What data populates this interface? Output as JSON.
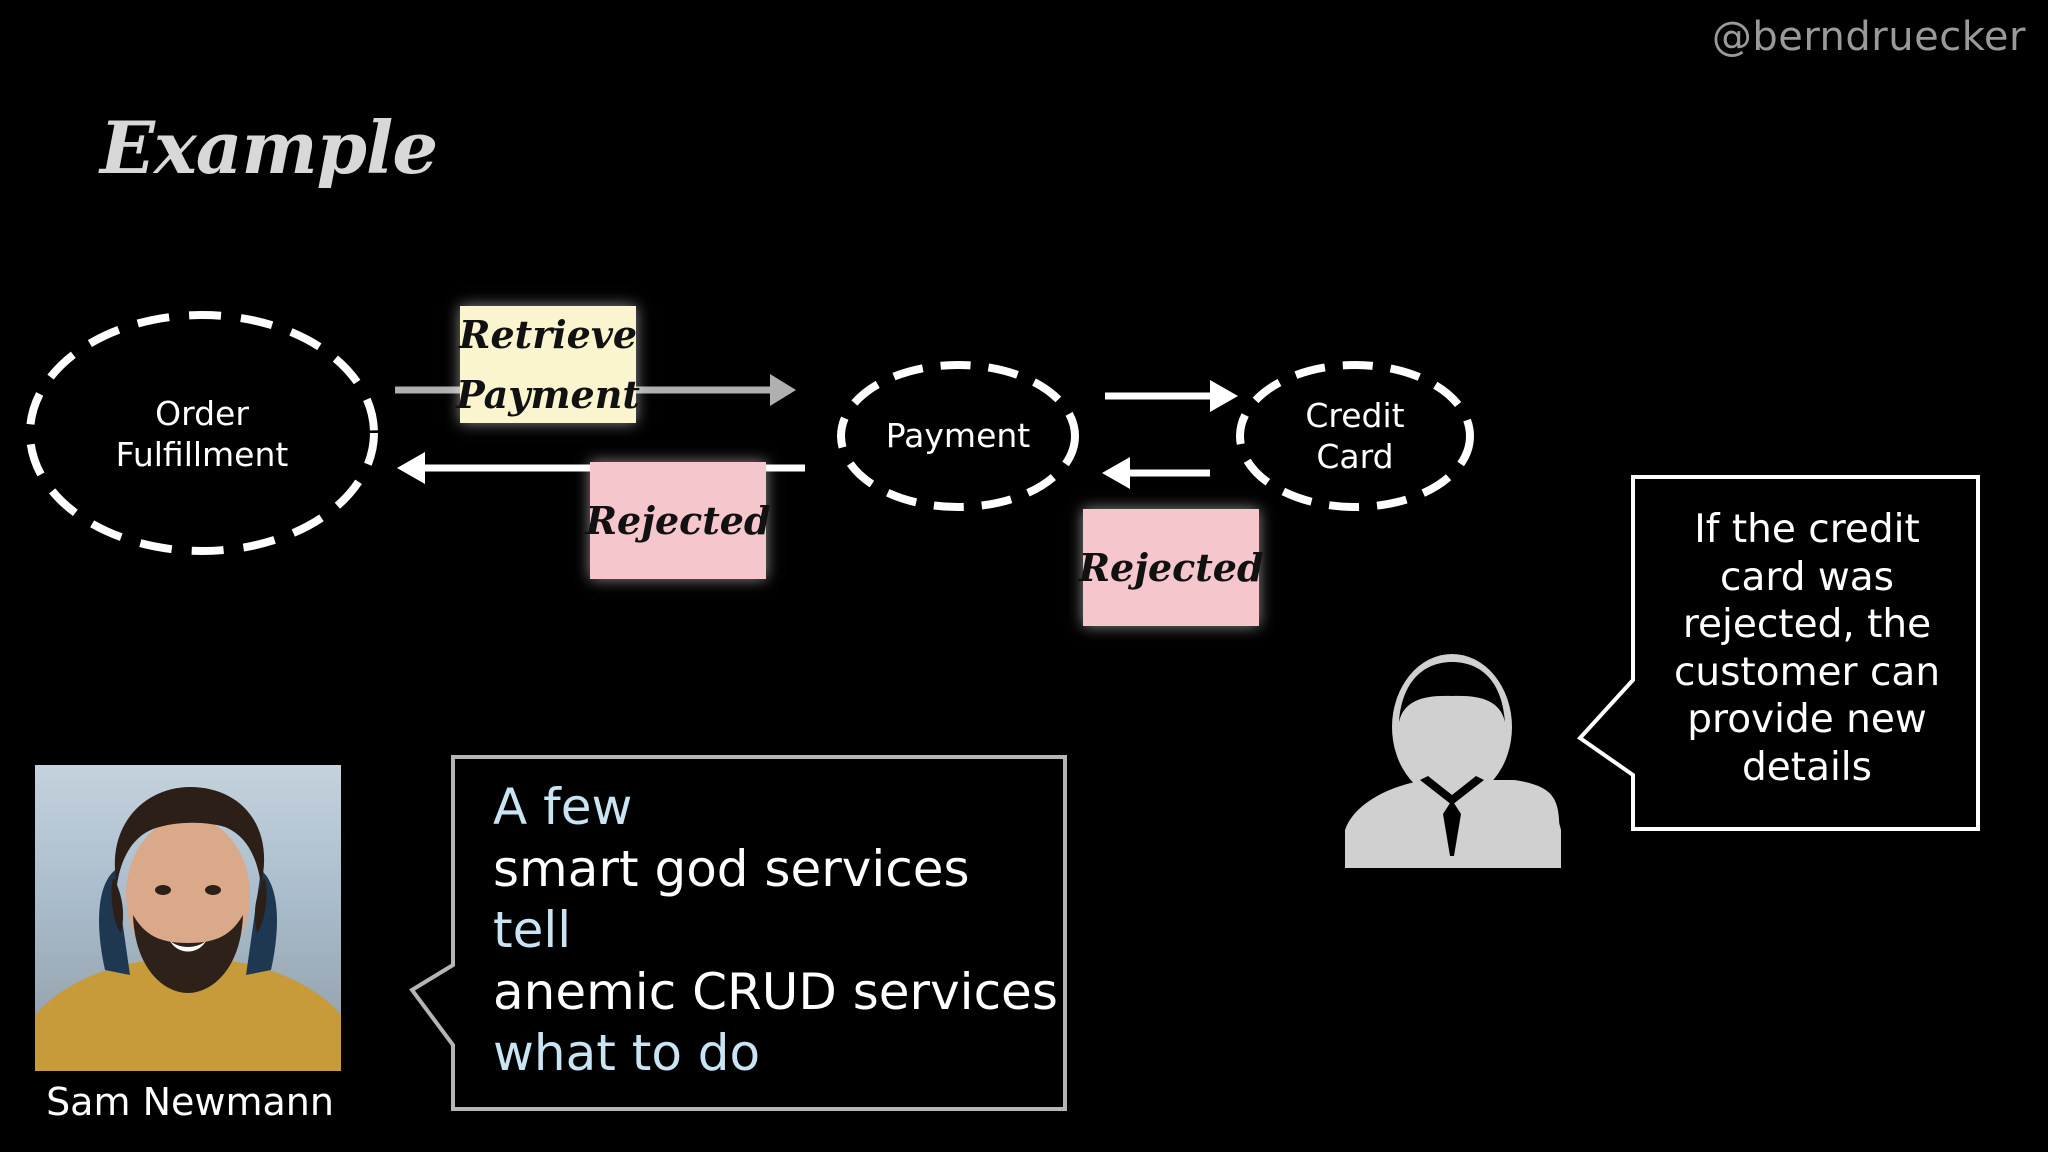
{
  "header": {
    "handle": "@berndruecker",
    "title": "Example"
  },
  "diagram": {
    "nodes": [
      {
        "id": "order-fulfillment",
        "lines": [
          "Order",
          "Fulfillment"
        ]
      },
      {
        "id": "payment",
        "lines": [
          "Payment"
        ]
      },
      {
        "id": "credit-card",
        "lines": [
          "Credit",
          "Card"
        ]
      }
    ],
    "stickies": [
      {
        "id": "retrieve-payment",
        "lines": [
          "Retrieve",
          "Payment"
        ],
        "color": "#fbf5cf"
      },
      {
        "id": "rejected-1",
        "lines": [
          "Rejected"
        ],
        "color": "#f6c6cd"
      },
      {
        "id": "rejected-2",
        "lines": [
          "Rejected"
        ],
        "color": "#f6c6cd"
      }
    ]
  },
  "person": {
    "name": "Sam Newmann"
  },
  "quote": {
    "lines": [
      "A few",
      "smart god services",
      "tell",
      "anemic CRUD services",
      "what to do"
    ],
    "accent_color": "#c9e4f2"
  },
  "callout": {
    "lines": [
      "If the credit",
      "card was",
      "rejected, the",
      "customer can",
      "provide new",
      "details"
    ]
  },
  "icons": {
    "customer": "person-silhouette-icon",
    "photo": "portrait-photo"
  }
}
